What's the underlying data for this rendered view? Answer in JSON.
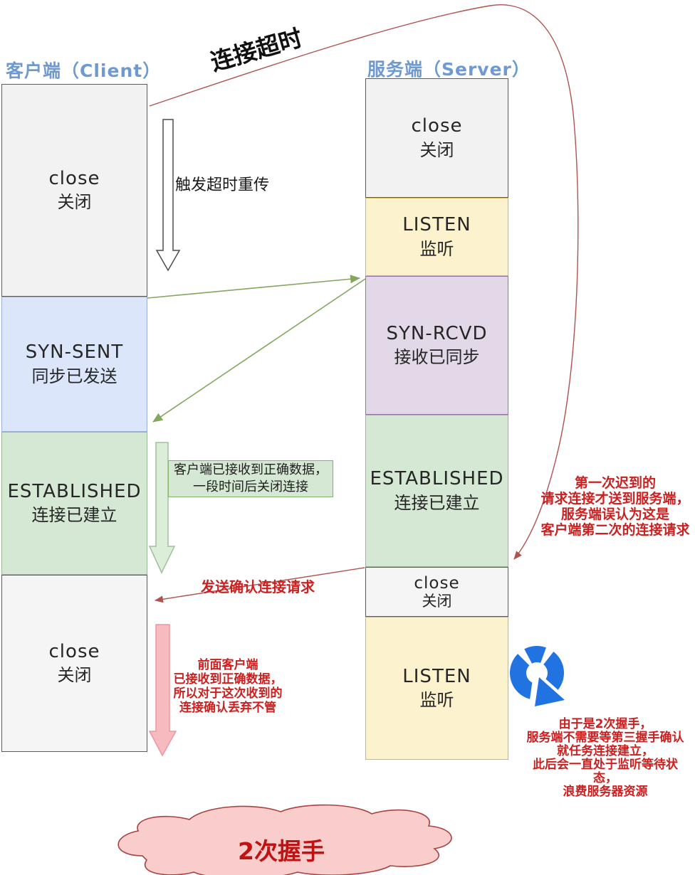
{
  "client": {
    "header": "客户端（Client）",
    "states": [
      {
        "en": "close",
        "zh": "关闭"
      },
      {
        "en": "SYN-SENT",
        "zh": "同步已发送"
      },
      {
        "en": "ESTABLISHED",
        "zh": "连接已建立"
      },
      {
        "en": "close",
        "zh": "关闭"
      }
    ]
  },
  "server": {
    "header": "服务端（Server）",
    "states": [
      {
        "en": "close",
        "zh": "关闭"
      },
      {
        "en": "LISTEN",
        "zh": "监听"
      },
      {
        "en": "SYN-RCVD",
        "zh": "接收已同步"
      },
      {
        "en": "ESTABLISHED",
        "zh": "连接已建立"
      },
      {
        "en": "close",
        "zh": "关闭"
      },
      {
        "en": "LISTEN",
        "zh": "监听"
      }
    ]
  },
  "annotations": {
    "timeout": "连接超时",
    "retransmit": "触发超时重传",
    "client_received": "客户端已接收到正确数据，\n一段时间后关闭连接",
    "send_confirm": "发送确认连接请求",
    "late_request": "第一次迟到的\n请求连接才送到服务端，\n服务端误认为这是\n客户端第二次的连接请求",
    "discard": "前面客户端\n已接收到正确数据，\n所以对于这次收到的\n连接确认丢弃不管",
    "waste": "由于是2次握手，\n服务端不需要等第三握手确认\n就任务连接建立，\n此后会一直处于监听等待状态，\n浪费服务器资源",
    "cloud": "2次握手"
  },
  "icons": {
    "radar": "blue-radar-icon"
  },
  "colors": {
    "header_blue": "#6f9ad1",
    "red_text": "#cc1f1f",
    "red_line": "#b0524e",
    "green_line": "#84a65e",
    "box_gray": "#f2f2f2",
    "box_blue": "#dbe6fa",
    "box_green": "#d5e8d4",
    "box_yellow": "#fdf2ce",
    "box_purple": "#e2d8e8",
    "cloud_fill": "#f8cdcb",
    "cloud_border": "#a84341",
    "icon_blue": "#2273e2"
  }
}
